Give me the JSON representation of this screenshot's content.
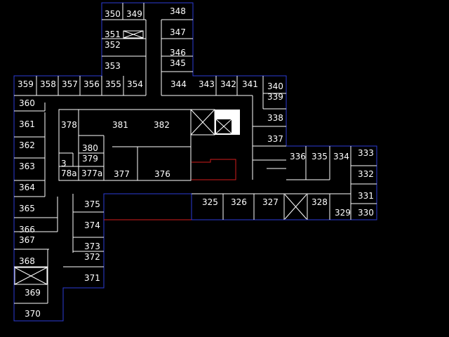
{
  "map": {
    "floor_plan_name": "",
    "colors": {
      "background": "#000000",
      "walls": "#ffffff",
      "exterior_walls": "#2b3bd6",
      "highlight_route": "#d21b1b",
      "elevator_fill": "#ffffff"
    },
    "rooms": [
      {
        "id": "350",
        "label": "350"
      },
      {
        "id": "349",
        "label": "349"
      },
      {
        "id": "348",
        "label": "348"
      },
      {
        "id": "351",
        "label": "351"
      },
      {
        "id": "347",
        "label": "347"
      },
      {
        "id": "352",
        "label": "352"
      },
      {
        "id": "346",
        "label": "346"
      },
      {
        "id": "345",
        "label": "345"
      },
      {
        "id": "353",
        "label": "353"
      },
      {
        "id": "359",
        "label": "359"
      },
      {
        "id": "358",
        "label": "358"
      },
      {
        "id": "357",
        "label": "357"
      },
      {
        "id": "356",
        "label": "356"
      },
      {
        "id": "355",
        "label": "355"
      },
      {
        "id": "354",
        "label": "354"
      },
      {
        "id": "344",
        "label": "344"
      },
      {
        "id": "343",
        "label": "343"
      },
      {
        "id": "342",
        "label": "342"
      },
      {
        "id": "341",
        "label": "341"
      },
      {
        "id": "340",
        "label": "340"
      },
      {
        "id": "339",
        "label": "339"
      },
      {
        "id": "360",
        "label": "360"
      },
      {
        "id": "338",
        "label": "338"
      },
      {
        "id": "378",
        "label": "378"
      },
      {
        "id": "381",
        "label": "381"
      },
      {
        "id": "382",
        "label": "382"
      },
      {
        "id": "361",
        "label": "361"
      },
      {
        "id": "337",
        "label": "337"
      },
      {
        "id": "362",
        "label": "362"
      },
      {
        "id": "380",
        "label": "380"
      },
      {
        "id": "379",
        "label": "379"
      },
      {
        "id": "336",
        "label": "336"
      },
      {
        "id": "335",
        "label": "335"
      },
      {
        "id": "334",
        "label": "334"
      },
      {
        "id": "333",
        "label": "333"
      },
      {
        "id": "363",
        "label": "363"
      },
      {
        "id": "378a-top",
        "label": "3"
      },
      {
        "id": "378a",
        "label": "78a"
      },
      {
        "id": "377a",
        "label": "377a"
      },
      {
        "id": "377",
        "label": "377"
      },
      {
        "id": "376",
        "label": "376"
      },
      {
        "id": "332",
        "label": "332"
      },
      {
        "id": "364",
        "label": "364"
      },
      {
        "id": "331",
        "label": "331"
      },
      {
        "id": "365",
        "label": "365"
      },
      {
        "id": "375",
        "label": "375"
      },
      {
        "id": "325",
        "label": "325"
      },
      {
        "id": "326",
        "label": "326"
      },
      {
        "id": "327",
        "label": "327"
      },
      {
        "id": "328",
        "label": "328"
      },
      {
        "id": "329",
        "label": "329"
      },
      {
        "id": "330",
        "label": "330"
      },
      {
        "id": "374",
        "label": "374"
      },
      {
        "id": "366",
        "label": "366"
      },
      {
        "id": "367",
        "label": "367"
      },
      {
        "id": "373",
        "label": "373"
      },
      {
        "id": "372",
        "label": "372"
      },
      {
        "id": "368",
        "label": "368"
      },
      {
        "id": "371",
        "label": "371"
      },
      {
        "id": "369",
        "label": "369"
      },
      {
        "id": "370",
        "label": "370"
      }
    ]
  }
}
